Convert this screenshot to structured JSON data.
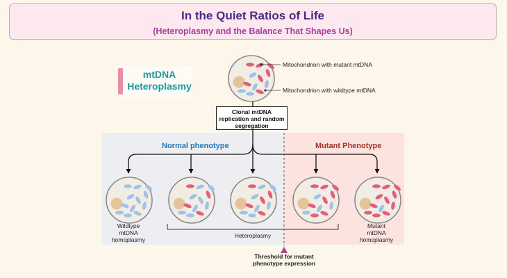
{
  "header": {
    "title": "In the Quiet Ratios of Life",
    "subtitle": "(Heteroplasmy and the Balance That Shapes Us)"
  },
  "key": {
    "label_line1": "mtDNA",
    "label_line2": "Heteroplasmy"
  },
  "callouts": {
    "mutant": "Mitochondrion with mutant mtDNA",
    "wildtype": "Mitochondrion with wildtype mtDNA"
  },
  "process": {
    "line1": "Clonal mtDNA",
    "line2": "replication and random",
    "line3": "segregation"
  },
  "panels": {
    "normal": "Normal phenotype",
    "mutant": "Mutant Phenotype"
  },
  "cells": {
    "wildtype": {
      "line1": "Wildtype",
      "line2": "mtDNA",
      "line3": "homoplasmy"
    },
    "mutant": {
      "line1": "Mutant",
      "line2": "mtDNA",
      "line3": "homoplasmy"
    },
    "heteroplasmy": "Heteroplasmy"
  },
  "threshold": {
    "line1": "Threshold for mutant",
    "line2": "phenotype expression"
  },
  "colors": {
    "mutant_mito": "#e0607f",
    "wildtype_mito": "#9ec3e8",
    "nucleus": "#e6c49a",
    "threshold": "#b0459b",
    "normal_label": "#2f76b5",
    "mutant_label": "#a8312c"
  }
}
